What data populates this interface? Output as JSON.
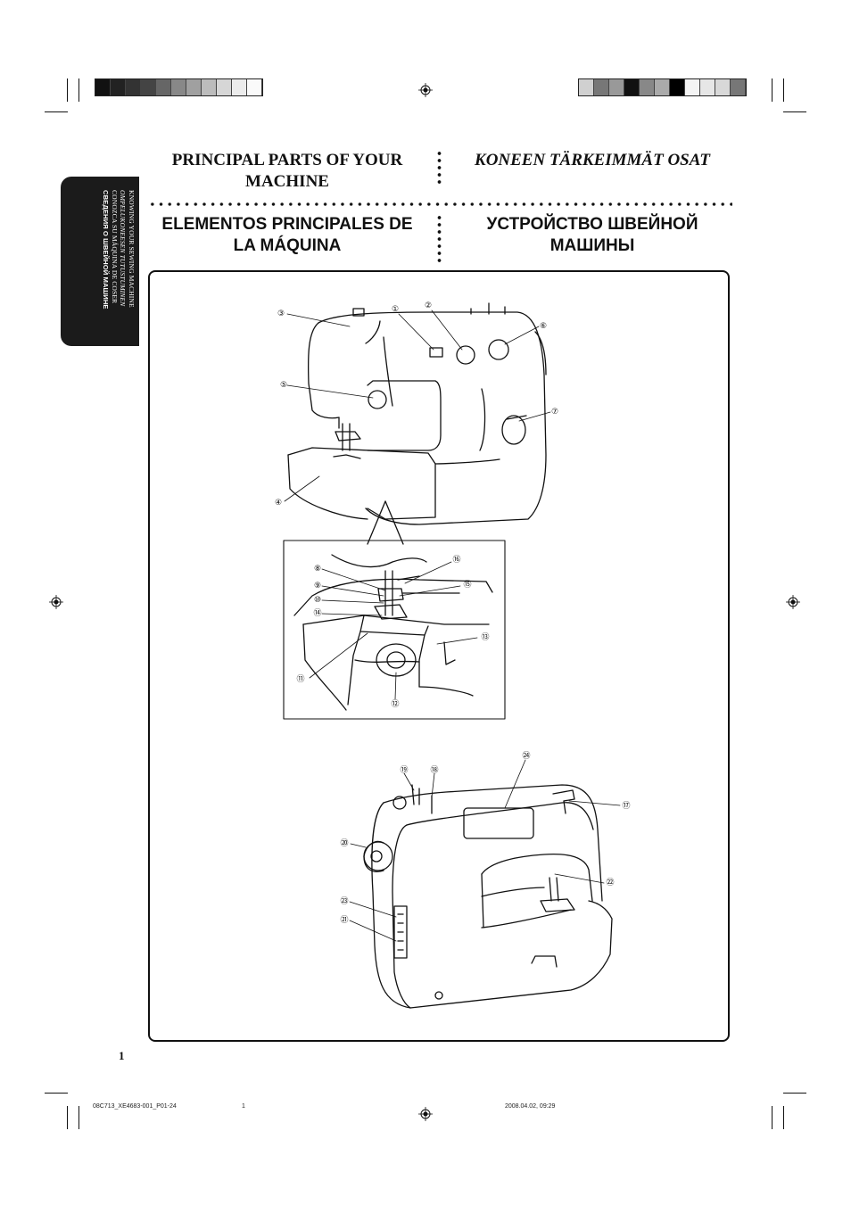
{
  "side_tab": {
    "lines": [
      "KNOWING YOUR SEWING MACHINE",
      "OMPELUKONEESEN TUTUSTUMINEN",
      "CONOZCA SU MÁQUINA DE COSER",
      "СВЕДЕНИЯ О ШВЕЙНОЙ МАШИНЕ"
    ]
  },
  "headings": {
    "english": "PRINCIPAL PARTS OF YOUR MACHINE",
    "finnish": "KONEEN TÄRKEIMMÄT OSAT",
    "spanish": "ELEMENTOS PRINCIPALES DE LA MÁQUINA",
    "russian": "УСТРОЙСТВО ШВЕЙНОЙ МАШИНЫ"
  },
  "callouts": {
    "c1": "①",
    "c2": "②",
    "c3": "③",
    "c4": "④",
    "c5": "⑤",
    "c6": "⑥",
    "c7": "⑦",
    "c8": "⑧",
    "c9": "⑨",
    "c10": "⑩",
    "c11": "⑪",
    "c12": "⑫",
    "c13": "⑬",
    "c14": "⑭",
    "c15": "⑮",
    "c16": "⑯",
    "c17": "⑰",
    "c18": "⑱",
    "c19": "⑲",
    "c20": "⑳",
    "c21": "㉑",
    "c22": "㉒",
    "c23": "㉓",
    "c24": "㉔"
  },
  "page_number": "1",
  "footer": {
    "file": "08C713_XE4683-001_P01-24",
    "page": "1",
    "timestamp": "2008.04.02, 09:29"
  }
}
